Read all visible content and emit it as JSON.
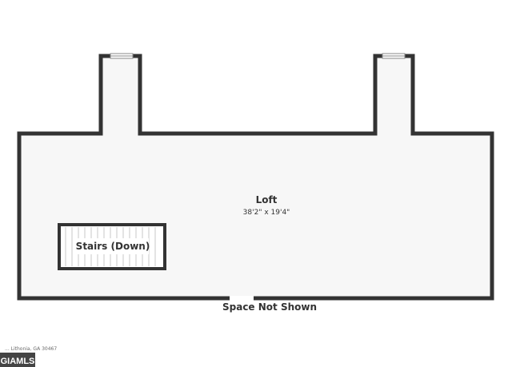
{
  "floor_plan": {
    "room": {
      "name": "Loft",
      "dimensions": "38'2\" x 19'4\""
    },
    "stairs": {
      "label": "Stairs (Down)"
    },
    "note": "Space Not Shown",
    "wall_color": "#333333",
    "floor_color": "#f7f7f7"
  },
  "footer": {
    "address": "... Lithonia, GA 30467",
    "logo_text": "GIAMLS"
  }
}
